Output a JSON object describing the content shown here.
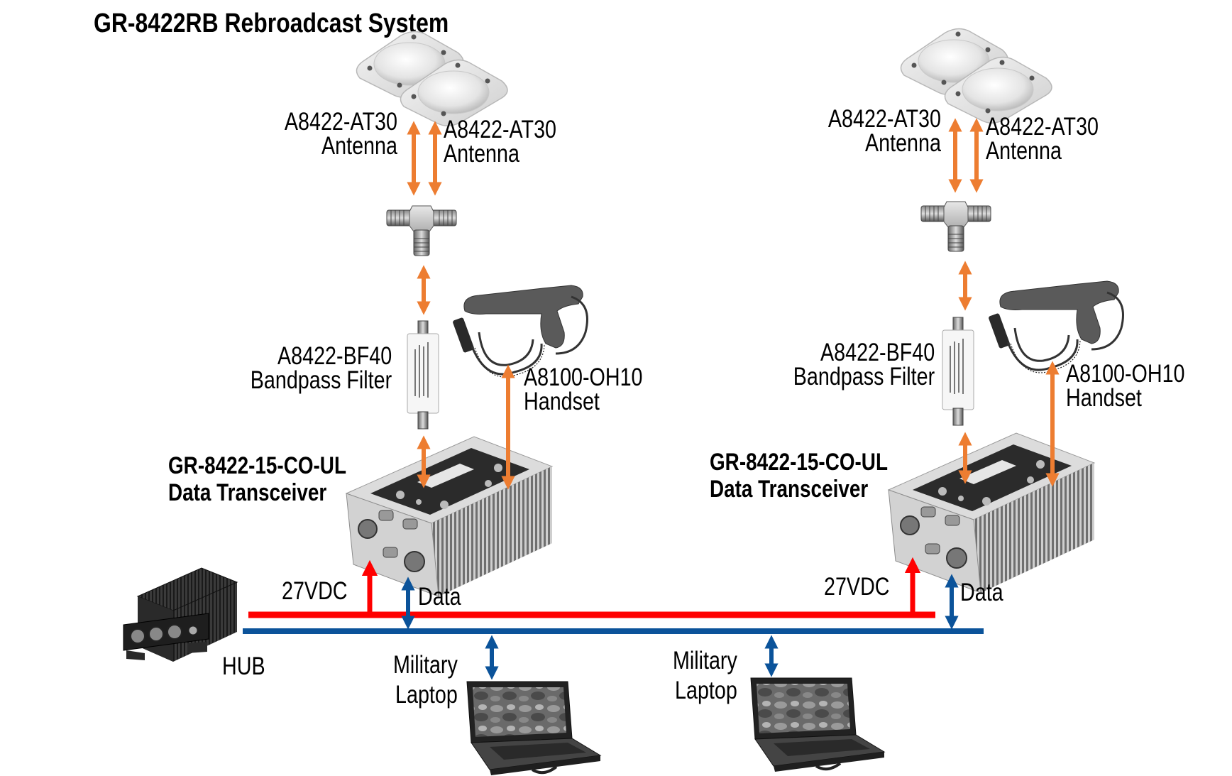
{
  "title": "GR-8422RB Rebroadcast System",
  "colors": {
    "rf_link": "#ED7D31",
    "power": "#FF0000",
    "data": "#0B539A"
  },
  "nodes": [
    {
      "side": "left",
      "antenna_a": {
        "model": "A8422-AT30",
        "type": "Antenna"
      },
      "antenna_b": {
        "model": "A8422-AT30",
        "type": "Antenna"
      },
      "filter": {
        "model": "A8422-BF40",
        "type": "Bandpass Filter"
      },
      "handset": {
        "model": "A8100-OH10",
        "type": "Handset"
      },
      "transceiver": {
        "model": "GR-8422-15-CO-UL",
        "type": "Data Transceiver"
      },
      "power_label": "27VDC",
      "data_label": "Data",
      "laptop": {
        "line1": "Military",
        "line2": "Laptop"
      }
    },
    {
      "side": "right",
      "antenna_a": {
        "model": "A8422-AT30",
        "type": "Antenna"
      },
      "antenna_b": {
        "model": "A8422-AT30",
        "type": "Antenna"
      },
      "filter": {
        "model": "A8422-BF40",
        "type": "Bandpass Filter"
      },
      "handset": {
        "model": "A8100-OH10",
        "type": "Handset"
      },
      "transceiver": {
        "model": "GR-8422-15-CO-UL",
        "type": "Data Transceiver"
      },
      "power_label": "27VDC",
      "data_label": "Data",
      "laptop": {
        "line1": "Military",
        "line2": "Laptop"
      }
    }
  ],
  "hub": {
    "label": "HUB"
  },
  "icons": {
    "antenna": "patch-antenna-icon",
    "tee": "rf-tee-connector-icon",
    "filter": "bandpass-filter-icon",
    "handset": "handset-icon",
    "transceiver": "transceiver-icon",
    "hub": "hub-icon",
    "laptop": "laptop-icon"
  }
}
